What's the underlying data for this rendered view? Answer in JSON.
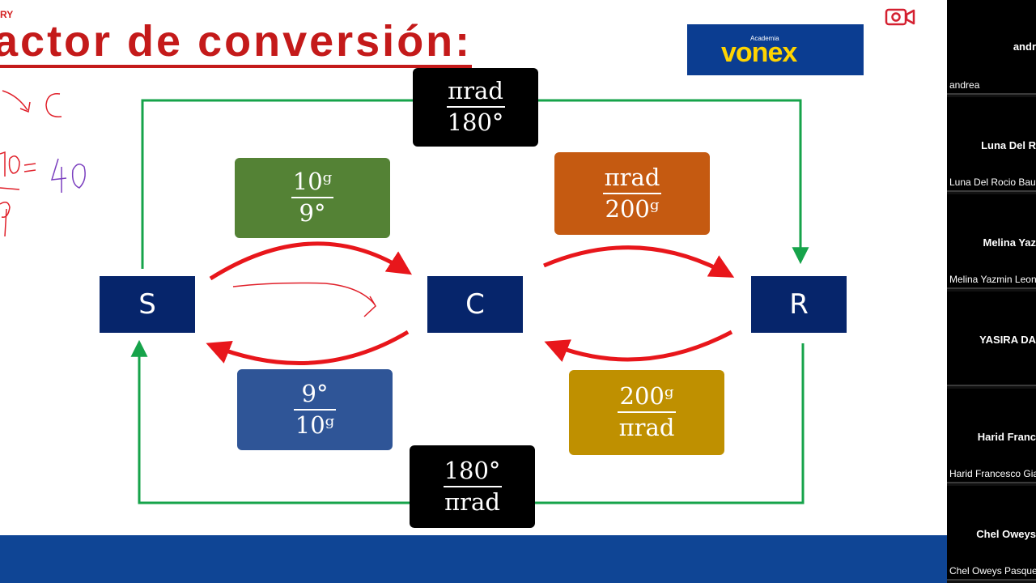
{
  "slide": {
    "corner_label": "RY",
    "title": "actor de conversión:",
    "logo": {
      "small": "Academia",
      "big": "vonex"
    }
  },
  "diagram": {
    "nodes": {
      "s": "S",
      "c": "C",
      "r": "R"
    },
    "fractions": {
      "top": {
        "num": "πrad",
        "den": "180°"
      },
      "green": {
        "num": "10ᵍ",
        "den": "9°"
      },
      "orange": {
        "num": "πrad",
        "den": "200ᵍ"
      },
      "blue": {
        "num": "9°",
        "den": "10ᵍ"
      },
      "gold": {
        "num": "200ᵍ",
        "den": "πrad"
      },
      "bottom": {
        "num": "180°",
        "den": "πrad"
      }
    }
  },
  "colors": {
    "title": "#c41a1a",
    "node": "#06256b",
    "green_box": "#548235",
    "orange_box": "#c55a11",
    "blue_box": "#2f5597",
    "gold_box": "#bf9000",
    "green_line": "#16a34a",
    "red_arc": "#e8161b",
    "footer": "#0f4595"
  },
  "participants": [
    {
      "center": "andr",
      "bottom": "andrea"
    },
    {
      "center": "Luna Del R",
      "bottom": "Luna Del Rocio Baut"
    },
    {
      "center": "Melina Yaz",
      "bottom": "Melina Yazmin Leon"
    },
    {
      "center": "YASIRA  DA",
      "bottom": ""
    },
    {
      "center": "Harid Franc",
      "bottom": "Harid Francesco Gia"
    },
    {
      "center": "Chel Oweys",
      "bottom": "Chel Oweys Pasque"
    }
  ]
}
